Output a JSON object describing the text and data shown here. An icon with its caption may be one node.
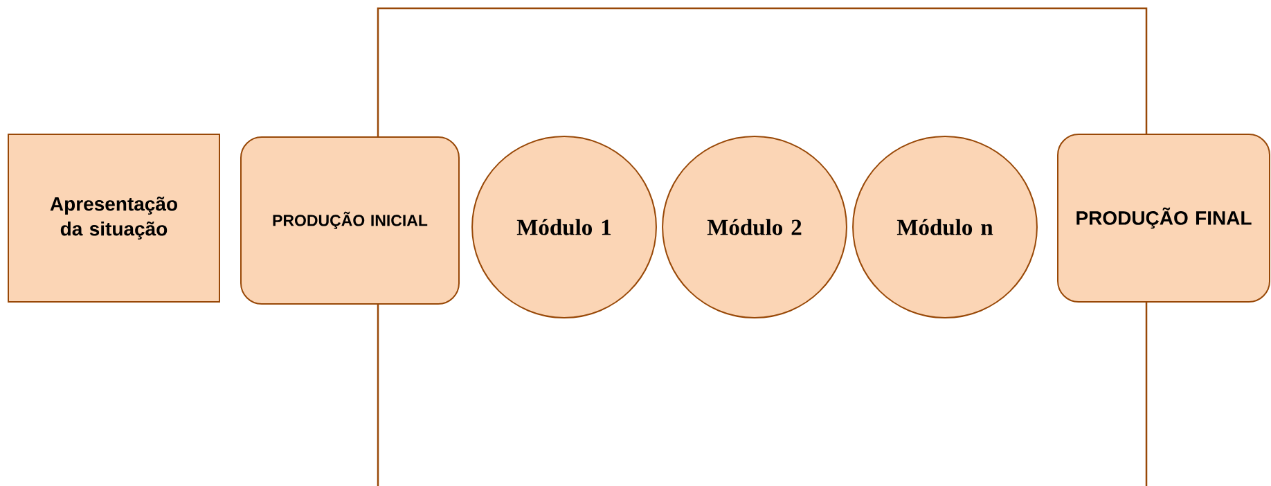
{
  "diagram": {
    "nodes": [
      {
        "text": [
          "Apresentação da situação"
        ]
      },
      {
        "text": [
          "PRODUÇÃO INICIAL"
        ]
      },
      {
        "text": [
          "Módulo 1"
        ]
      },
      {
        "text": [
          "Módulo 2"
        ]
      },
      {
        "text": [
          "Módulo n"
        ]
      },
      {
        "text": [
          "PRODUÇÃO FINAL"
        ]
      }
    ]
  }
}
